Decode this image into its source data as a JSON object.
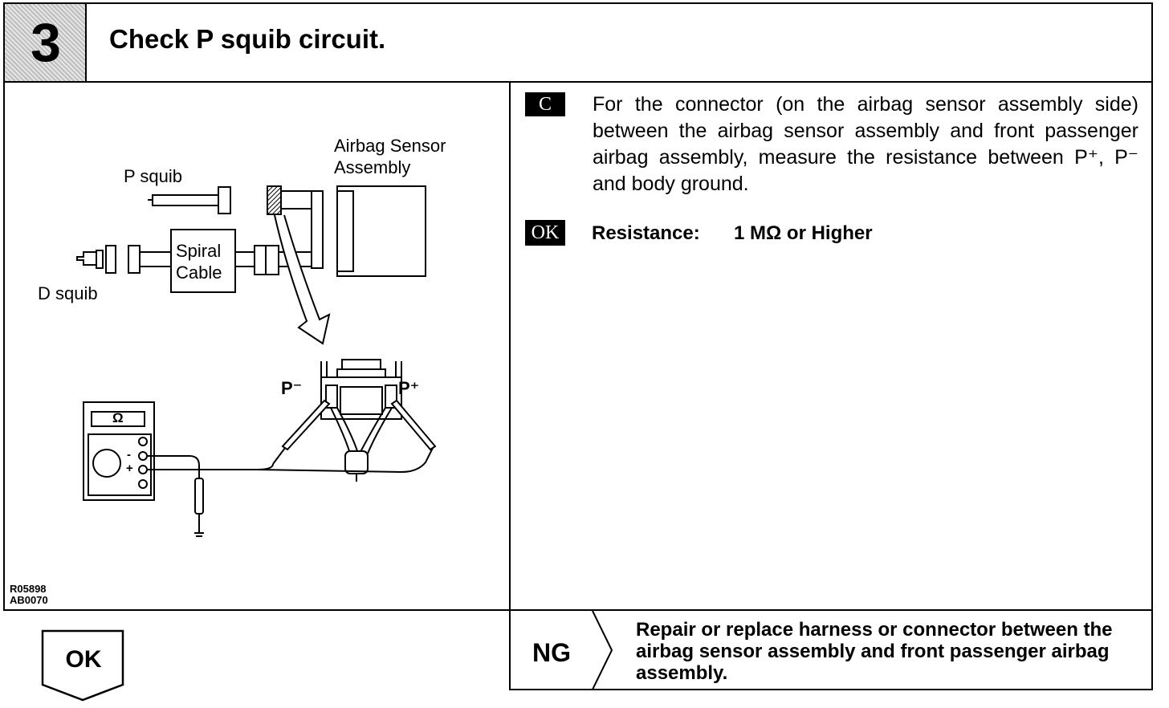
{
  "header": {
    "step_number": "3",
    "title": "Check P squib circuit."
  },
  "figure": {
    "labels": {
      "p_squib": "P squib",
      "d_squib": "D squib",
      "spiral": "Spiral",
      "cable": "Cable",
      "airbag_sensor_1": "Airbag Sensor",
      "airbag_sensor_2": "Assembly",
      "p_minus": "P⁻",
      "p_plus": "P⁺",
      "ohm": "Ω",
      "meter_minus": "-",
      "meter_plus": "+"
    },
    "ref_codes": [
      "R05898",
      "AB0070"
    ]
  },
  "instruction": {
    "badge": "C",
    "text": "For the connector (on the airbag sensor assembly side) between the airbag sensor assembly and front passenger airbag assembly, measure the resistance between P⁺, P⁻ and body ground."
  },
  "spec": {
    "badge": "OK",
    "label": "Resistance:",
    "value": "1 MΩ or Higher"
  },
  "results": {
    "ok_label": "OK",
    "ng_label": "NG",
    "ng_action": "Repair or replace harness or connector between the airbag sensor assembly and front passenger airbag assembly."
  }
}
